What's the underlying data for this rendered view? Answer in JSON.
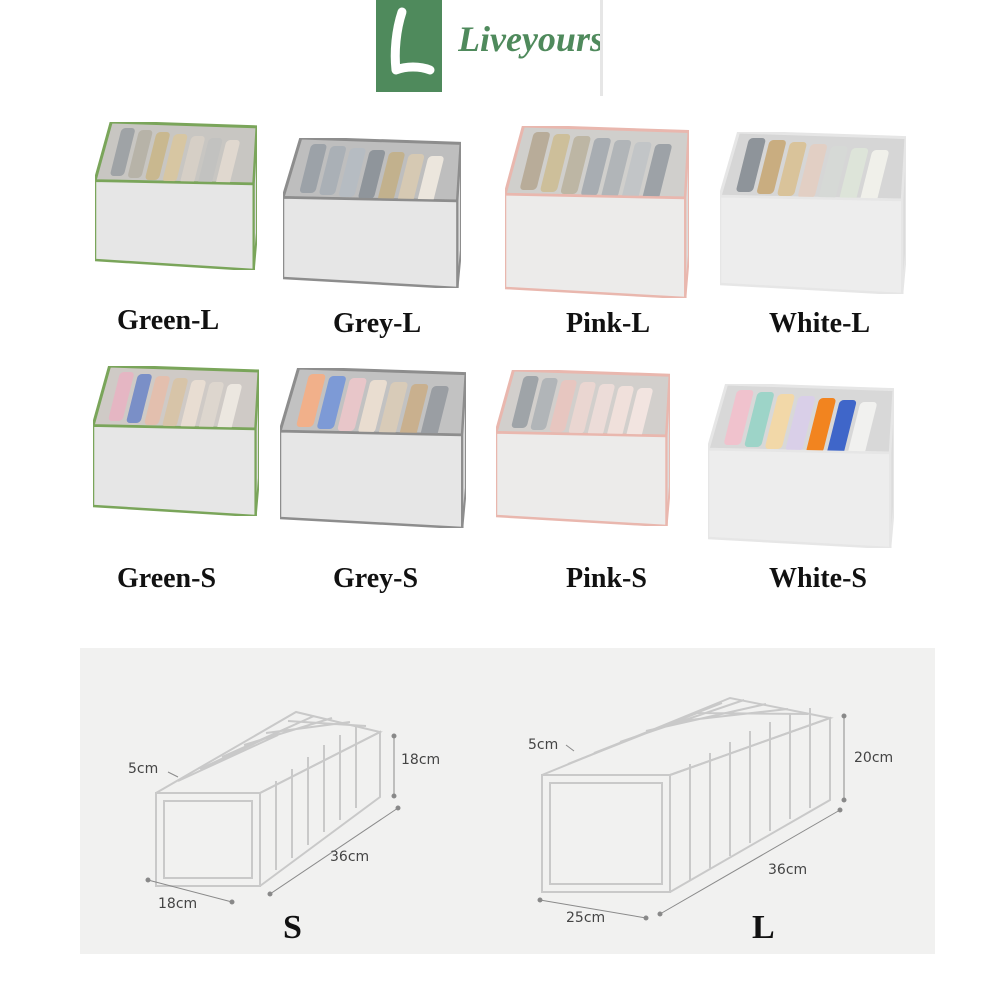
{
  "brand": {
    "logo_letter": "L",
    "name": "Liveyours",
    "color": "#4f8a5c"
  },
  "products": [
    {
      "label": "Green-L",
      "trim": "#7aa55a",
      "interior": "#c8c6c2",
      "body": "#e6e6e6",
      "clothes": [
        "#9fa3a6",
        "#b7b3a8",
        "#c9b88f",
        "#d7c6a2",
        "#d6cfc6",
        "#c2c2c0",
        "#e0d8cf"
      ]
    },
    {
      "label": "Grey-L",
      "trim": "#8d8d8d",
      "interior": "#bebebe",
      "body": "#e6e6e6",
      "clothes": [
        "#9ca2a8",
        "#aab0b6",
        "#b6bcc2",
        "#8f959b",
        "#c2b18d",
        "#d6c9b3",
        "#ece6dd"
      ]
    },
    {
      "label": "Pink-L",
      "trim": "#e9b7ae",
      "interior": "#d0cfcc",
      "body": "#ecebea",
      "clothes": [
        "#b8ac99",
        "#cdbf9a",
        "#bdb6a4",
        "#a8adb2",
        "#b1b5b8",
        "#c2c5c7",
        "#9da2a7"
      ]
    },
    {
      "label": "White-L",
      "trim": "#e6e6e6",
      "interior": "#d6d6d6",
      "body": "#ededed",
      "clothes": [
        "#8e949a",
        "#c9ad80",
        "#d9c39a",
        "#e2cfc4",
        "#d6d9d6",
        "#dde4d9",
        "#f0f0ea"
      ]
    },
    {
      "label": "Green-S",
      "trim": "#7aa55a",
      "interior": "#cfcac6",
      "body": "#e6e6e6",
      "clothes": [
        "#e5b6c3",
        "#7a8fc7",
        "#e3bfae",
        "#d7c4a8",
        "#e8ddd2",
        "#ddd6ce",
        "#ece7e0"
      ]
    },
    {
      "label": "Grey-S",
      "trim": "#8d8d8d",
      "interior": "#c2c2c2",
      "body": "#e6e6e6",
      "clothes": [
        "#f1b08a",
        "#7d9ad6",
        "#e8c6c9",
        "#e9ddd0",
        "#d8cbb8",
        "#c9b08e",
        "#9a9ea3"
      ]
    },
    {
      "label": "Pink-S",
      "trim": "#e9b7ae",
      "interior": "#d2cfcc",
      "body": "#ecebea",
      "clothes": [
        "#9fa4a8",
        "#b1b5b8",
        "#e7c6c0",
        "#ead6d1",
        "#ecdcd8",
        "#f0e0db",
        "#f2e4e0"
      ]
    },
    {
      "label": "White-S",
      "trim": "#e6e6e6",
      "interior": "#d8d8d8",
      "body": "#ededed",
      "clothes": [
        "#f0c2cd",
        "#9dd4c8",
        "#f2d8a8",
        "#d9cfe8",
        "#f2841f",
        "#3f66c9",
        "#f1f1ef"
      ]
    }
  ],
  "sizes": {
    "small": {
      "letter": "S",
      "depth": "5cm",
      "height": "18cm",
      "length": "36cm",
      "width": "18cm"
    },
    "large": {
      "letter": "L",
      "depth": "5cm",
      "height": "20cm",
      "length": "36cm",
      "width": "25cm"
    }
  }
}
